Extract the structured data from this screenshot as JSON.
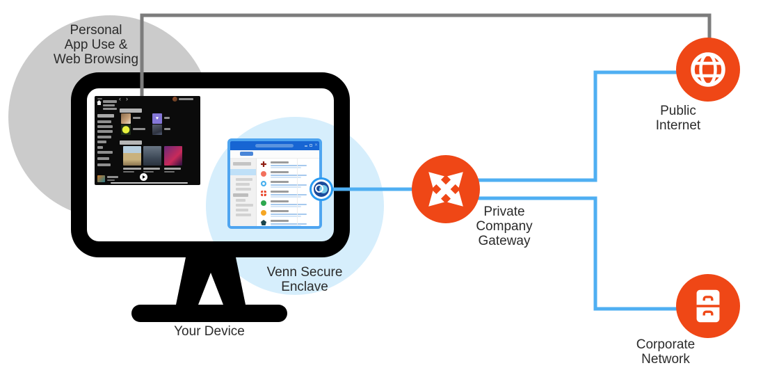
{
  "colors": {
    "orange": "#EF4716",
    "line_blue": "#4FAFF2",
    "line_gray": "#7C7C7C",
    "enclave_blue": "#D6EEFC",
    "gray_zone": "#CBCBCB",
    "window_border": "#4FA5F0",
    "titlebar_blue": "#1765D3",
    "badge_navy": "#1A4B9B",
    "text": "#2B2B2B"
  },
  "nodes": {
    "personal_zone": {
      "label": "Personal\nApp Use &\nWeb Browsing"
    },
    "device": {
      "label": "Your Device"
    },
    "enclave": {
      "label": "Venn Secure\nEnclave"
    },
    "gateway": {
      "label": "Private\nCompany\nGateway",
      "icon": "crossed-arrows-icon"
    },
    "public_internet": {
      "label": "Public\nInternet",
      "icon": "globe-icon"
    },
    "corporate_network": {
      "label": "Corporate\nNetwork",
      "icon": "file-cabinet-icon"
    },
    "venn_badge": {
      "icon": "venn-logo-icon"
    }
  },
  "connections": [
    {
      "from": "personal-app",
      "to": "public-internet",
      "style": "gray"
    },
    {
      "from": "venn-enclave-badge",
      "to": "gateway",
      "style": "blue"
    },
    {
      "from": "gateway",
      "to": "public-internet",
      "style": "blue"
    },
    {
      "from": "gateway",
      "to": "corporate-network",
      "style": "blue"
    }
  ]
}
